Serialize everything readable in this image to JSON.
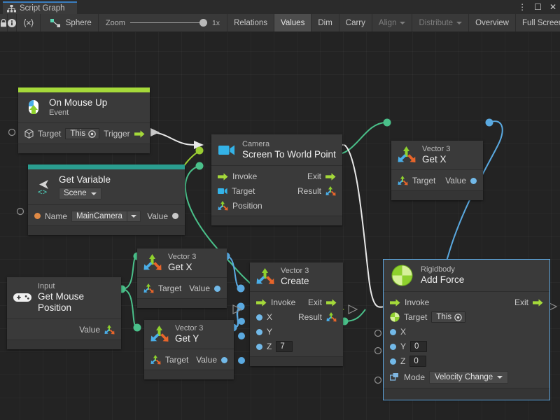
{
  "window": {
    "tab_label": "Script Graph",
    "tab_icon": "script-graph-icon",
    "controls": [
      {
        "name": "more-options-icon",
        "glyph": "⋮"
      },
      {
        "name": "maximize-icon",
        "glyph": "☐"
      },
      {
        "name": "close-icon",
        "glyph": "✕"
      }
    ]
  },
  "toolbar": {
    "lock_icon": "lock-icon",
    "info_icon": "info-icon",
    "code_icon": "code-brackets-icon",
    "code_label": "⟨×⟩",
    "object_icon": "script-graph-small-icon",
    "object_label": "Sphere",
    "zoom_label": "Zoom",
    "zoom_value": "1x",
    "buttons": [
      {
        "label": "Relations",
        "active": false,
        "dim": false,
        "dropdown": false
      },
      {
        "label": "Values",
        "active": true,
        "dim": false,
        "dropdown": false
      },
      {
        "label": "Dim",
        "active": false,
        "dim": false,
        "dropdown": false
      },
      {
        "label": "Carry",
        "active": false,
        "dim": false,
        "dropdown": false
      },
      {
        "label": "Align",
        "active": false,
        "dim": true,
        "dropdown": true
      },
      {
        "label": "Distribute",
        "active": false,
        "dim": true,
        "dropdown": true
      },
      {
        "label": "Overview",
        "active": false,
        "dim": false,
        "dropdown": false
      },
      {
        "label": "Full Screen",
        "active": false,
        "dim": false,
        "dropdown": false
      }
    ]
  },
  "colors": {
    "accent_event": "#a5d93a",
    "accent_variable": "#2a9d8f",
    "selection": "#5ea7e0",
    "flow_green": "#a5d93a",
    "edge_white": "#e8e8e8",
    "edge_green": "#4ac08a",
    "edge_blue": "#5aa9e0",
    "edge_lime": "#9acd32"
  },
  "nodes": {
    "on_mouse_up": {
      "subtitle": "On Mouse Up",
      "title": "Event",
      "icon": "mouse-up-icon",
      "target_label": "Target",
      "target_value": "This",
      "trigger_label": "Trigger"
    },
    "get_variable": {
      "subtitle": "Get Variable",
      "scope": "Scene",
      "icon": "variable-icon",
      "name_label": "Name",
      "name_value": "MainCamera",
      "value_label": "Value"
    },
    "screen_to_world_point": {
      "subtitle": "Camera",
      "title": "Screen To World Point",
      "icon": "camera-icon",
      "invoke_label": "Invoke",
      "exit_label": "Exit",
      "target_label": "Target",
      "result_label": "Result",
      "position_label": "Position"
    },
    "vector3_get_x_top": {
      "subtitle": "Vector 3",
      "title": "Get X",
      "icon": "vector3-icon",
      "target_label": "Target",
      "value_label": "Value"
    },
    "vector3_get_x_mid": {
      "subtitle": "Vector 3",
      "title": "Get X",
      "icon": "vector3-icon",
      "target_label": "Target",
      "value_label": "Value"
    },
    "vector3_get_y": {
      "subtitle": "Vector 3",
      "title": "Get Y",
      "icon": "vector3-icon",
      "target_label": "Target",
      "value_label": "Value"
    },
    "input_get_mouse_position": {
      "subtitle": "Input",
      "title": "Get Mouse Position",
      "icon": "gamepad-icon",
      "value_label": "Value"
    },
    "vector3_create": {
      "subtitle": "Vector 3",
      "title": "Create",
      "icon": "vector3-icon",
      "invoke_label": "Invoke",
      "exit_label": "Exit",
      "x_label": "X",
      "y_label": "Y",
      "z_label": "Z",
      "z_value": "7",
      "result_label": "Result"
    },
    "rigidbody_add_force": {
      "subtitle": "Rigidbody",
      "title": "Add Force",
      "icon": "rigidbody-icon",
      "invoke_label": "Invoke",
      "exit_label": "Exit",
      "target_label": "Target",
      "target_value": "This",
      "x_label": "X",
      "y_label": "Y",
      "y_value": "0",
      "z_label": "Z",
      "z_value": "0",
      "mode_label": "Mode",
      "mode_value": "Velocity Change",
      "selected": true
    }
  }
}
